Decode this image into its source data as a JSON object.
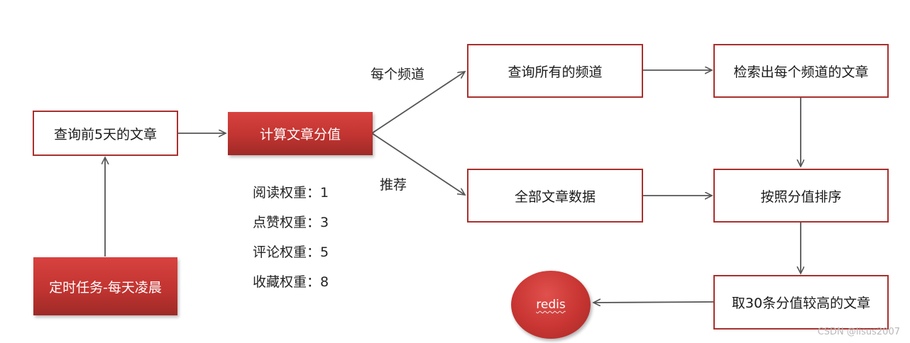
{
  "nodes": {
    "query_5days": "查询前5天的文章",
    "calc_score": "计算文章分值",
    "timer_task": "定时任务-每天凌晨",
    "query_channels": "查询所有的频道",
    "search_per_channel": "检索出每个频道的文章",
    "all_articles": "全部文章数据",
    "sort_by_score": "按照分值排序",
    "take_top30": "取30条分值较高的文章",
    "redis": "redis"
  },
  "edge_labels": {
    "per_channel": "每个频道",
    "recommend": "推荐"
  },
  "weights": [
    "阅读权重：1",
    "点赞权重：3",
    "评论权重：5",
    "收藏权重：8"
  ],
  "watermark": "CSDN @lisus2007"
}
